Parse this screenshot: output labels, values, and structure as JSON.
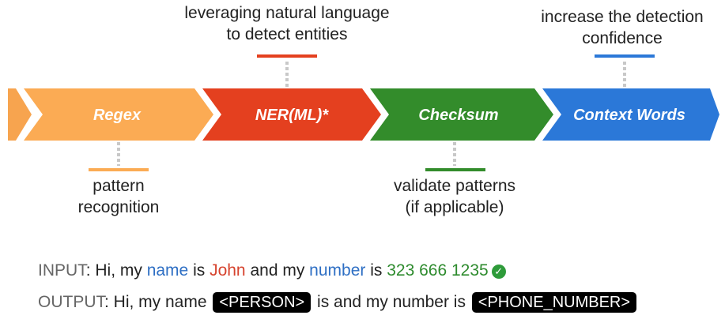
{
  "stages": [
    {
      "label": "Regex",
      "color": "#fbab54"
    },
    {
      "label": "NER(ML)*",
      "color": "#e4401f"
    },
    {
      "label": "Checksum",
      "color": "#338c2b"
    },
    {
      "label": "Context Words",
      "color": "#2b78d8"
    }
  ],
  "captions": {
    "regex": [
      "pattern",
      "recognition"
    ],
    "ner": [
      "leveraging natural language",
      "to detect entities"
    ],
    "checksum": [
      "validate patterns",
      "(if applicable)"
    ],
    "context": [
      "increase the detection",
      "confidence"
    ]
  },
  "input_line": {
    "label": "INPUT",
    "colon": ":",
    "t1": " Hi, my ",
    "name_word": "name",
    "t2": " is ",
    "name_value": "John",
    "t3": " and my ",
    "number_word": "number",
    "t4": " is ",
    "number_value": "323 666 1235",
    "check_icon": "check-circle-icon"
  },
  "output_line": {
    "label": "OUTPUT",
    "colon": ":",
    "t1": " Hi, my name ",
    "person_tag": "<PERSON>",
    "t2": " is and my number is ",
    "phone_tag": "<PHONE_NUMBER>"
  },
  "colors": {
    "start_arrow": "#f7a44f",
    "connector": "#c8c8c8",
    "token_blue": "#2e6fc4",
    "token_red": "#d6432e",
    "token_green": "#2e8b2e"
  }
}
